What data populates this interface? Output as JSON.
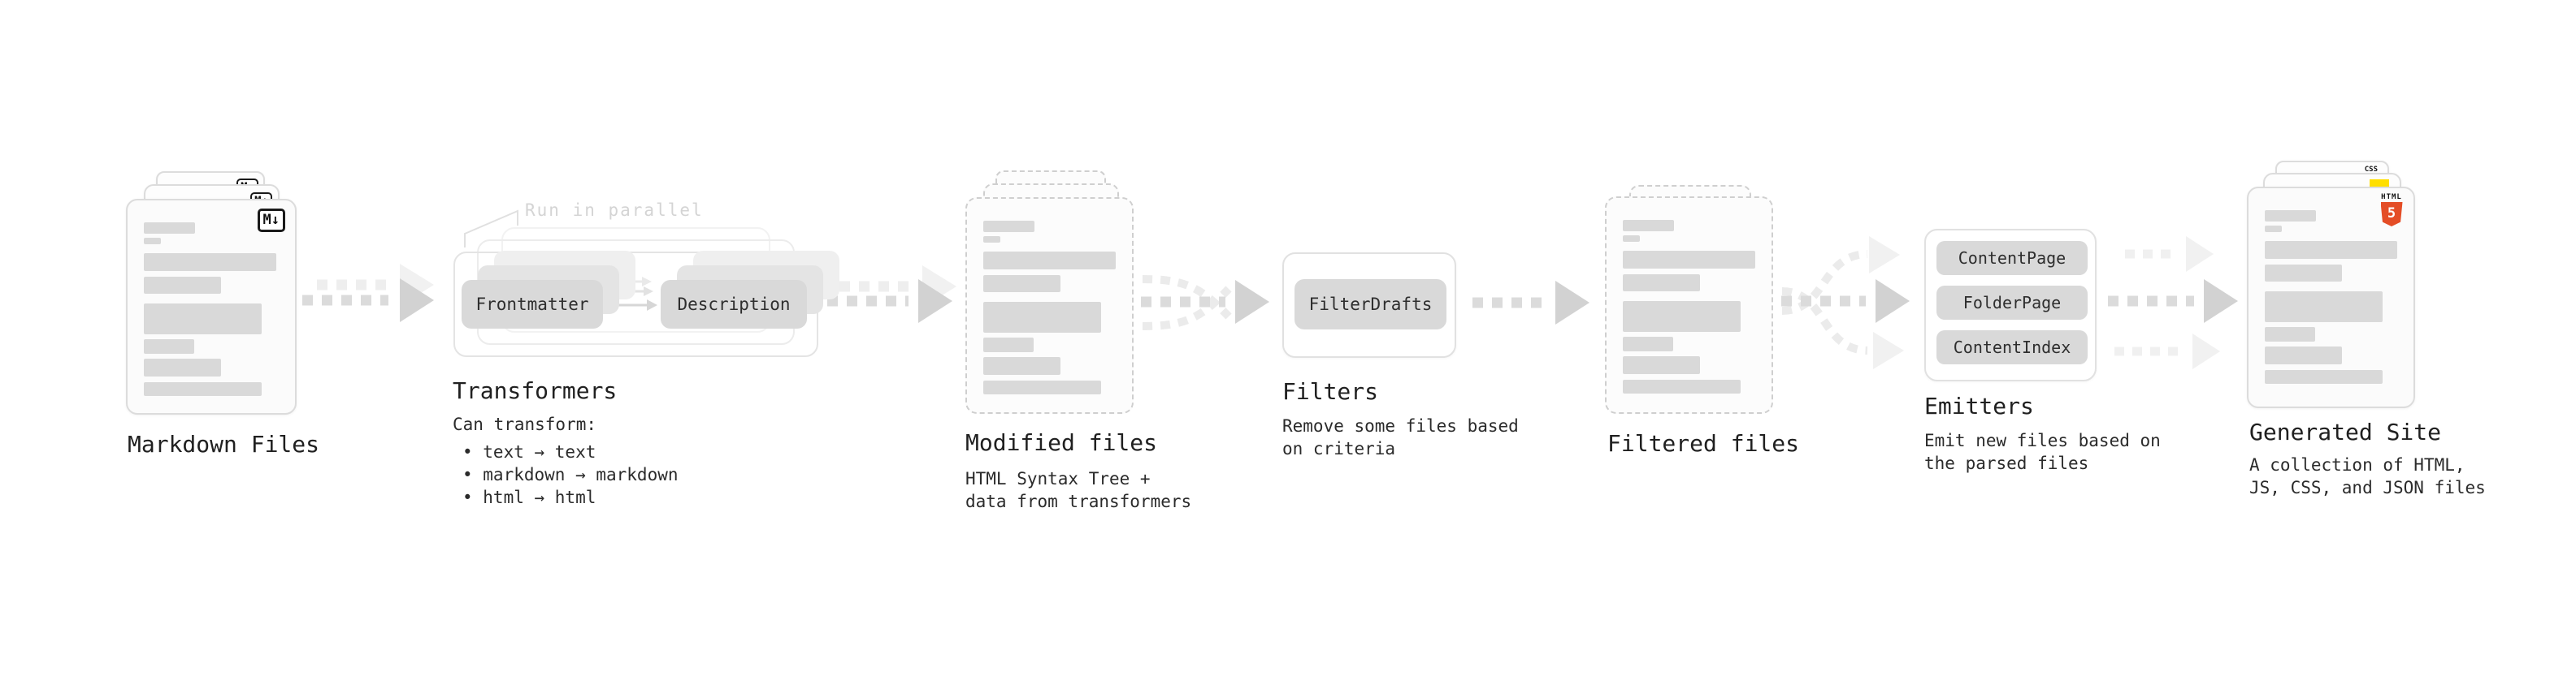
{
  "palette": {
    "bar": "#d9d9d9",
    "button_bg": "#d9d9d9",
    "dash_dark": "#dbdbdb",
    "head_dark": "#d2d2d2",
    "dash_light": "#eeeeee",
    "js_yellow": "#ffdf00",
    "html5_orange": "#e44d26",
    "css_blue": "#2d53e5"
  },
  "file_card_bars": [
    {
      "w": 63,
      "h": 14,
      "mt": 0
    },
    {
      "w": 21,
      "h": 8,
      "mt": 5
    },
    {
      "w": 163,
      "h": 22,
      "mt": 11
    },
    {
      "w": 95,
      "h": 21,
      "mt": 7
    },
    {
      "w": 145,
      "h": 38,
      "mt": 12
    },
    {
      "w": 62,
      "h": 18,
      "mt": 6
    },
    {
      "w": 95,
      "h": 22,
      "mt": 6
    },
    {
      "w": 145,
      "h": 17,
      "mt": 7
    }
  ],
  "nodes": {
    "markdown": {
      "title": "Markdown Files",
      "badge": "M↓"
    },
    "transformers": {
      "title": "Transformers",
      "annotation": "Run in parallel",
      "buttons": [
        "Frontmatter",
        "Description"
      ],
      "desc_heading": "Can transform:",
      "bullets": [
        "• text → text",
        "• markdown → markdown",
        "• html → html"
      ]
    },
    "modified": {
      "title": "Modified files",
      "desc_lines": [
        "HTML Syntax Tree +",
        "data from transformers"
      ]
    },
    "filters": {
      "title": "Filters",
      "buttons": [
        "FilterDrafts"
      ],
      "desc_lines": [
        "Remove some files based",
        "on criteria"
      ]
    },
    "filtered": {
      "title": "Filtered files"
    },
    "emitters": {
      "title": "Emitters",
      "buttons": [
        "ContentPage",
        "FolderPage",
        "ContentIndex"
      ],
      "desc_lines": [
        "Emit new files based on",
        "the parsed files"
      ]
    },
    "generated": {
      "title": "Generated Site",
      "desc_lines": [
        "A collection of HTML,",
        "JS, CSS, and JSON files"
      ],
      "badges": {
        "css": "CSS",
        "html_label": "HTML",
        "html_number": "5"
      }
    }
  }
}
